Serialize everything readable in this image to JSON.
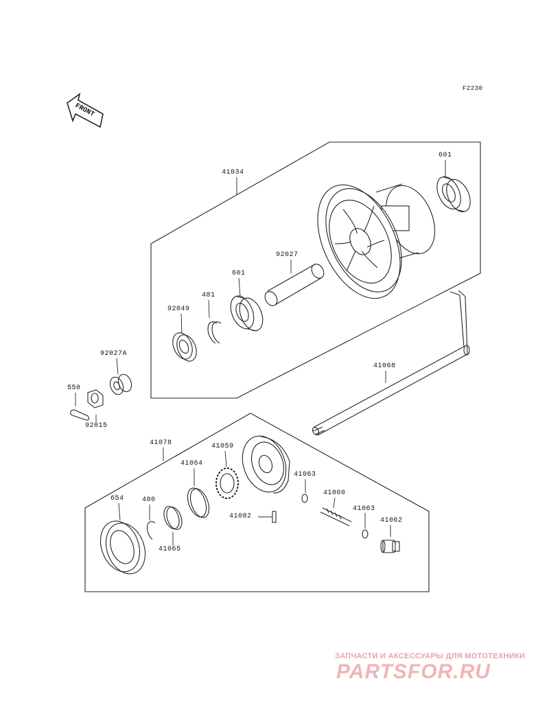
{
  "figure_code": "F2230",
  "front_label": "FRONT",
  "parts": {
    "p41034": "41034",
    "p601a": "601",
    "p92027": "92027",
    "p601b": "601",
    "p481": "481",
    "p92049": "92049",
    "p92027A": "92027A",
    "p550": "550",
    "p92015": "92015",
    "p41068": "41068",
    "p41078": "41078",
    "p41059": "41059",
    "p41064": "41064",
    "p41063a": "41063",
    "p41060": "41060",
    "p41063b": "41063",
    "p654": "654",
    "p480": "480",
    "p41082": "41082",
    "p41062": "41062",
    "p41065": "41065"
  },
  "watermark": {
    "tagline": "ЗАПЧАСТИ И АКСЕССУАРЫ ДЛЯ МОТОТЕХНИКИ",
    "logo": "PARTSFOR.RU"
  }
}
